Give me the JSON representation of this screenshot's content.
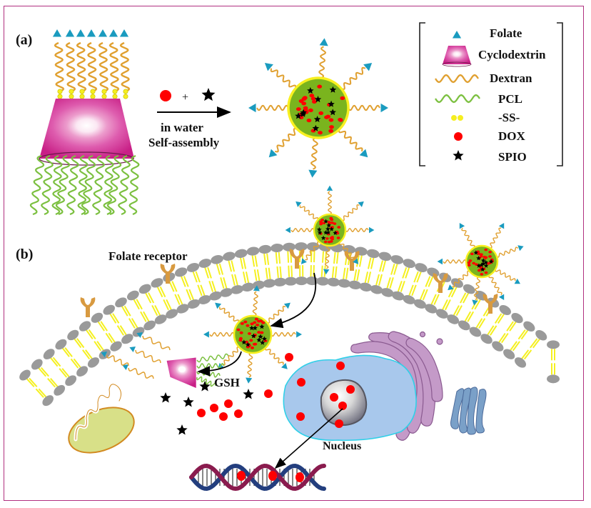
{
  "panel_a": {
    "label": "(a)",
    "reaction": {
      "plus": "+",
      "condition_line1": "in  water",
      "condition_line2": "Self-assembly"
    }
  },
  "legend": {
    "items": [
      {
        "icon": "folate-triangle-icon",
        "label": "Folate"
      },
      {
        "icon": "cyclodextrin-cone-icon",
        "label": "Cyclodextrin"
      },
      {
        "icon": "dextran-chain-icon",
        "label": "Dextran"
      },
      {
        "icon": "pcl-chain-icon",
        "label": "PCL"
      },
      {
        "icon": "disulfide-bond-icon",
        "label": "-SS-"
      },
      {
        "icon": "dox-dot-icon",
        "label": "DOX"
      },
      {
        "icon": "spio-star-icon",
        "label": "SPIO"
      }
    ]
  },
  "panel_b": {
    "label": "(b)",
    "folate_receptor_label": "Folate receptor",
    "gsh_label": "GSH",
    "nucleus_label": "Nucleus"
  },
  "colors": {
    "frame": "#b0307f",
    "folate": "#1a9bbf",
    "dextran": "#e0a030",
    "pcl": "#7cc040",
    "disulfide": "#f5ee20",
    "dox": "#ff0000",
    "spio": "#000000",
    "cyclodextrin": "#d0288c",
    "micelle_core": "#7ab41e",
    "micelle_shell": "#f8f020",
    "membrane_head": "#9a9a9a",
    "membrane_tail": "#f5f020",
    "receptor": "#d89a40",
    "nucleus_cell": "#a8c8ec",
    "golgi": "#c49ac8",
    "er": "#7aa0c8",
    "mitochondrion": "#d8e088",
    "dna_strand_a": "#233e7e",
    "dna_strand_b": "#8a1b4e"
  }
}
